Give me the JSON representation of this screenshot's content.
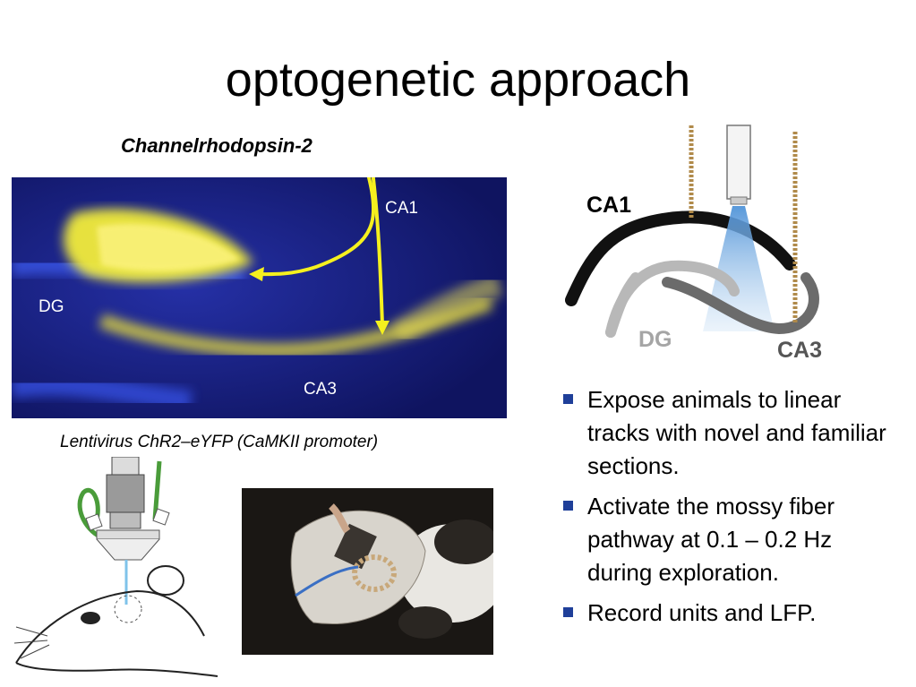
{
  "slide": {
    "title": "optogenetic approach",
    "chr2_label": "Channelrhodopsin-2",
    "micrograph": {
      "labels": {
        "ca1": "CA1",
        "dg": "DG",
        "ca3": "CA3"
      },
      "caption": "Lentivirus ChR2–eYFP (CaMKII  promoter)"
    },
    "diagram": {
      "labels": {
        "ca1": "CA1",
        "dg": "DG",
        "ca3": "CA3"
      }
    },
    "bullets": [
      {
        "text": "Expose animals to linear tracks with novel and familiar sections."
      },
      {
        "text": "Activate the mossy fiber pathway at 0.1 – 0.2 Hz during exploration."
      },
      {
        "text": "Record units and LFP."
      }
    ]
  },
  "colors": {
    "bullet": "#1f3f99",
    "micro_bg": "#141a78",
    "eyfp": "#f2ec3a",
    "arrow": "#f5f01e",
    "light_cone": "#6ea8dd"
  }
}
